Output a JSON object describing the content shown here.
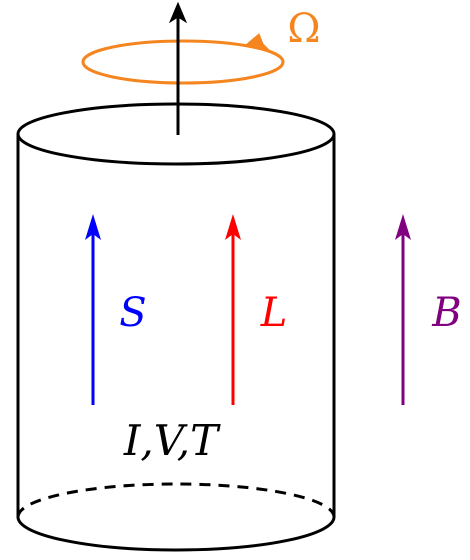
{
  "labels": {
    "omega": "Ω",
    "spin": "S",
    "orbital": "L",
    "field": "B",
    "properties": "I,V,T"
  },
  "colors": {
    "outline": "#000000",
    "omega": "#F5861F",
    "spin": "#0000FF",
    "orbital": "#FF0000",
    "field": "#800080"
  },
  "icons": {
    "rotation": "circular-arrow-icon",
    "axis": "up-arrow-icon"
  }
}
